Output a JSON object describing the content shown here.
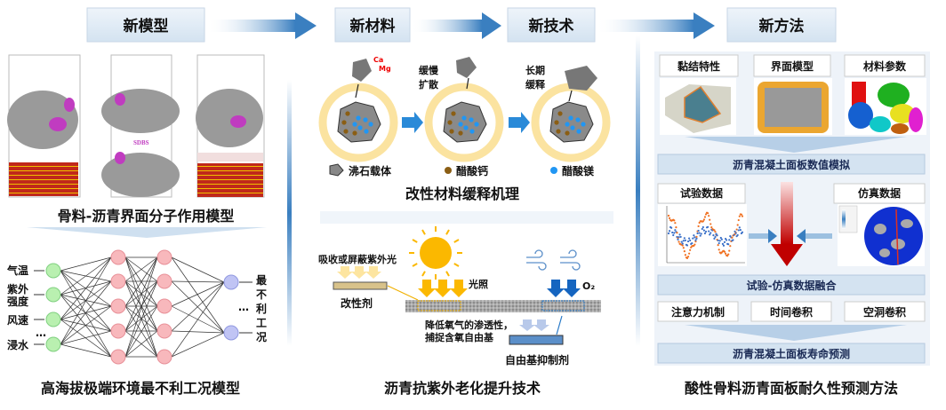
{
  "headers": {
    "model": "新模型",
    "material": "新材料",
    "technology": "新技术",
    "method": "新方法"
  },
  "left": {
    "sdbs_label": "SDBS",
    "molecular_caption": "骨料-沥青界面分子作用模型",
    "inputs": [
      "气温",
      "紫外",
      "强度",
      "风速",
      "…",
      "浸水"
    ],
    "output_dots": "…",
    "output_label": [
      "最",
      "不",
      "利",
      "工",
      "况"
    ],
    "network_caption": "高海拔极端环境最不利工况模型"
  },
  "middle": {
    "ions": [
      "Ca",
      "Mg"
    ],
    "stage2_label": [
      "缓慢",
      "扩散"
    ],
    "stage3_label": [
      "长期",
      "缓释"
    ],
    "legend": [
      "沸石载体",
      "醋酸钙",
      "醋酸镁"
    ],
    "release_caption": "改性材料缓释机理",
    "uv_label": "吸收或屏蔽紫外光",
    "modifier_label": "改性剂",
    "light_label": "光照",
    "oxygen_label": "O₂",
    "effect_lines": [
      "降低氧气的渗透性，",
      "捕捉含氧自由基"
    ],
    "inhibitor_label": "自由基抑制剂",
    "uv_caption": "沥青抗紫外老化提升技术"
  },
  "right": {
    "top_labels": [
      "黏结特性",
      "界面模型",
      "材料参数"
    ],
    "bar1": "沥青混凝土面板数值模拟",
    "test_label": "试验数据",
    "sim_label": "仿真数据",
    "bar2": "试验-仿真数据融合",
    "method_labels": [
      "注意力机制",
      "时间卷积",
      "空洞卷积"
    ],
    "bar3": "沥青混凝土面板寿命预测",
    "caption": "酸性骨料沥青面板耐久性预测方法"
  },
  "colors": {
    "header_bg": "#dce8f4",
    "arrow_blue": "#3a7fc0",
    "panel_bg": "#eef3f9",
    "ring": "#fbe3a0",
    "calcium": "#8b5e14",
    "magnesium": "#2196f3",
    "sun": "#fbb800",
    "red_arrow": "#c00000"
  }
}
